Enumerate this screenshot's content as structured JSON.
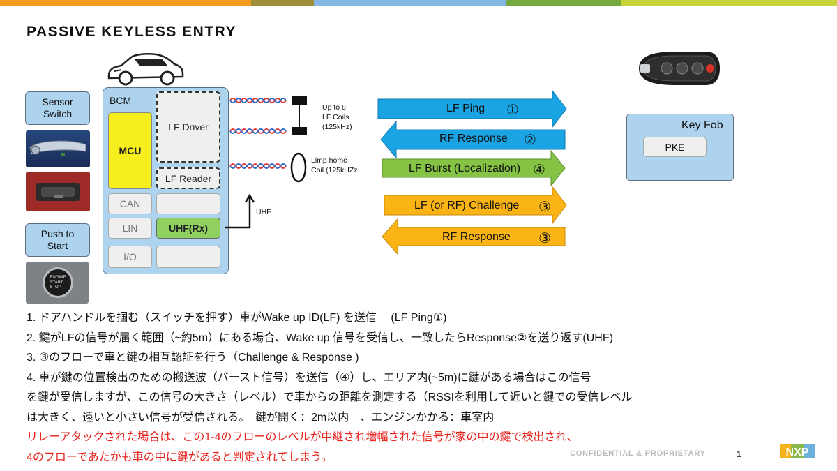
{
  "title": "PASSIVE KEYLESS ENTRY",
  "top_bar_colors": [
    "#f29c1f",
    "#9e8f3d",
    "#85b8e4",
    "#75a83f",
    "#c8d43a"
  ],
  "left_boxes": {
    "sensor_switch": "Sensor\nSwitch",
    "push_to_start": "Push to\nStart",
    "engine_button_text": "ENGINE\nSTART\nSTOP"
  },
  "bcm": {
    "label": "BCM",
    "mcu": "MCU",
    "lf_driver": "LF Driver",
    "lf_reader": "LF Reader",
    "can": "CAN",
    "lin": "LIN",
    "io": "I/O",
    "uhf_rx": "UHF(Rx)"
  },
  "coils": {
    "lf_coils": "Up to 8\nLF Coils\n(125kHz)",
    "limp_home": "Limp home\nCoil (125kHZz",
    "uhf": "UHF"
  },
  "arrows": [
    {
      "label": "LF Ping",
      "num": "①",
      "color": "#1aa4e3"
    },
    {
      "label": "RF Response",
      "num": "②",
      "color": "#1aa4e3"
    },
    {
      "label": "LF Burst (Localization)",
      "num": "④",
      "color": "#84c343"
    },
    {
      "label": "LF (or RF) Challenge",
      "num": "③",
      "color": "#fbb415"
    },
    {
      "label": "RF Response",
      "num": "③",
      "color": "#fbb415"
    }
  ],
  "key_fob": {
    "label": "Key Fob",
    "pke": "PKE"
  },
  "notes": [
    "1.   ドアハンドルを掴む（スイッチを押す）車がWake up ID(LF) を送信　 (LF Ping①)",
    "2.   鍵がLFの信号が届く範囲（~約5m）にある場合、Wake up 信号を受信し、一致したらResponse②を送り返す(UHF)",
    "3.   ③のフローで車と鍵の相互認証を行う（Challenge & Response )",
    "4.   車が鍵の位置検出のための搬送波（バースト信号）を送信（④）し、エリア内(~5m)に鍵がある場合はこの信号",
    "を鍵が受信しますが、この信号の大きさ（レベル）で車からの距離を測定する（RSSIを利用して近いと鍵での受信レベル",
    "は大きく、遠いと小さい信号が受信される。　鍵が開く：2m以内　、エンジンかかる：車室内"
  ],
  "red_notes": [
    "リレーアタックされた場合は、この1-4のフローのレベルが中継され増幅された信号が家の中の鍵で検出され、",
    "4のフローであたかも車の中に鍵があると判定されてしまう。"
  ],
  "footer": {
    "confidential": "CONFIDENTIAL & PROPRIETARY",
    "page": "1",
    "logo": "NXP"
  }
}
